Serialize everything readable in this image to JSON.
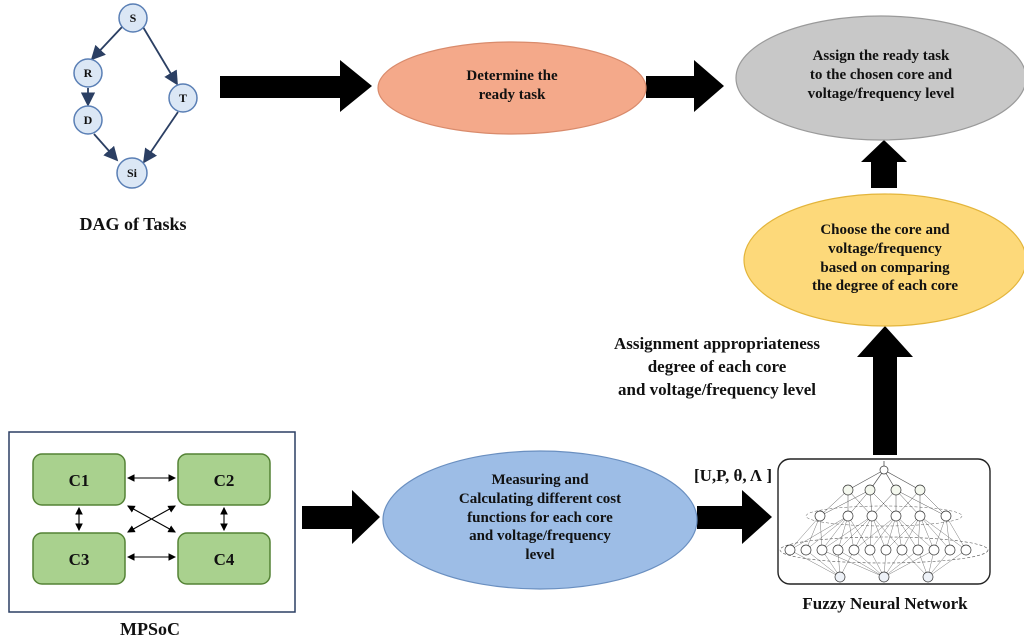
{
  "dag": {
    "nodes": {
      "s": "S",
      "r": "R",
      "t": "T",
      "d": "D",
      "si": "Si"
    },
    "caption": "DAG of Tasks"
  },
  "steps": {
    "determine": "Determine the\nready task",
    "assign": "Assign the ready task\nto the chosen core and\nvoltage/frequency level",
    "choose": "Choose the core and\nvoltage/frequency\nbased on comparing\nthe degree of each core",
    "measure": "Measuring and\nCalculating different cost\nfunctions for each core\nand voltage/frequency\nlevel"
  },
  "labels": {
    "appropriateness": "Assignment appropriateness\ndegree of each core\nand voltage/frequency level",
    "inputs": "[U,P, θ, Λ ]"
  },
  "mpsoc": {
    "cores": [
      "C1",
      "C2",
      "C3",
      "C4"
    ],
    "caption": "MPSoC"
  },
  "fnn": {
    "caption": "Fuzzy Neural Network"
  },
  "colors": {
    "determine": "#f4a98a",
    "assign": "#c8c8c8",
    "choose": "#fdd97a",
    "measure": "#9dbde6",
    "core_fill": "#a9d18e",
    "core_border": "#548235",
    "dag_node": "#dbe7f5",
    "dag_border": "#5a7fb5",
    "arrow": "#000000"
  }
}
